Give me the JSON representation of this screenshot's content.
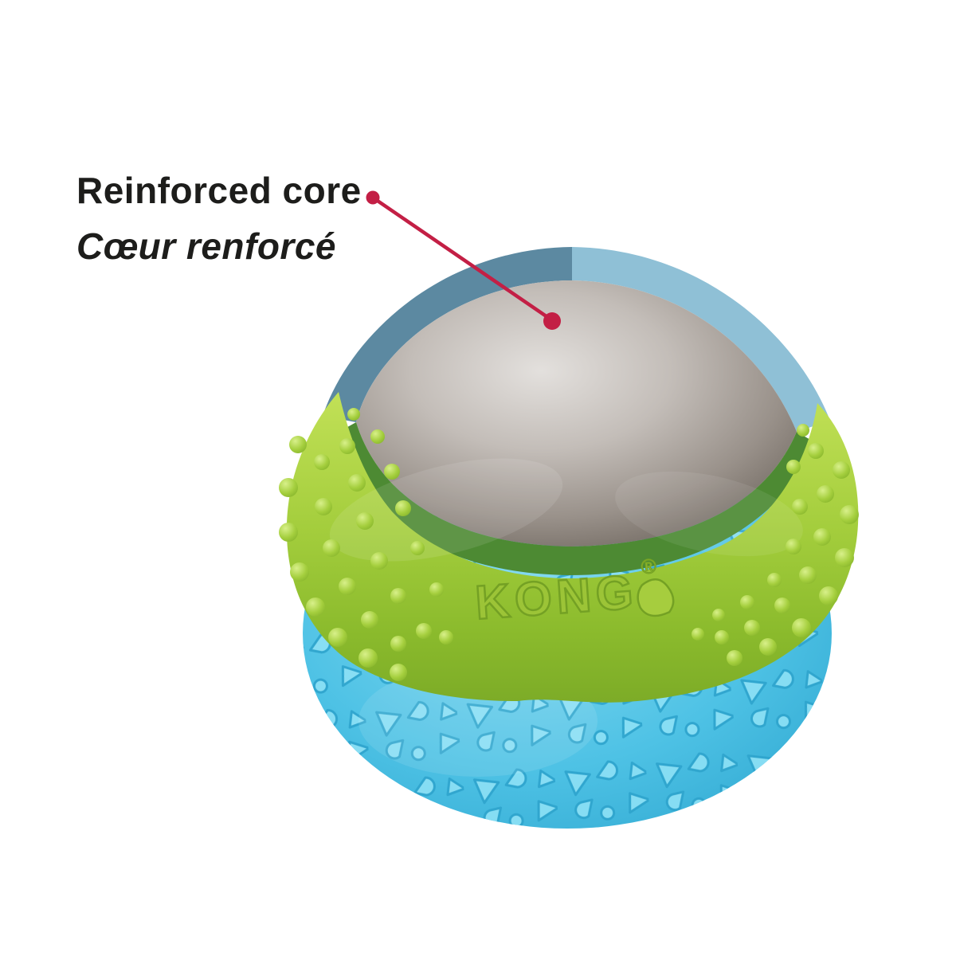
{
  "annotation": {
    "label_en": "Reinforced core",
    "label_fr": "Cœur renforcé",
    "line_color": "#c31f45",
    "text_color": "#1d1d1b"
  },
  "product": {
    "brand": "KONG",
    "registered_mark": "®",
    "colors": {
      "outer_green": "#a3cd3c",
      "inner_green_rim": "#4d8a33",
      "bottom_blue": "#45bfe3",
      "blue_texture": "#8ce0f5",
      "shell_rim_dark_blue": "#5c89a1",
      "shell_rim_light_blue": "#8fc0d6",
      "core_gray": "#8f8780",
      "background": "#ffffff"
    }
  }
}
